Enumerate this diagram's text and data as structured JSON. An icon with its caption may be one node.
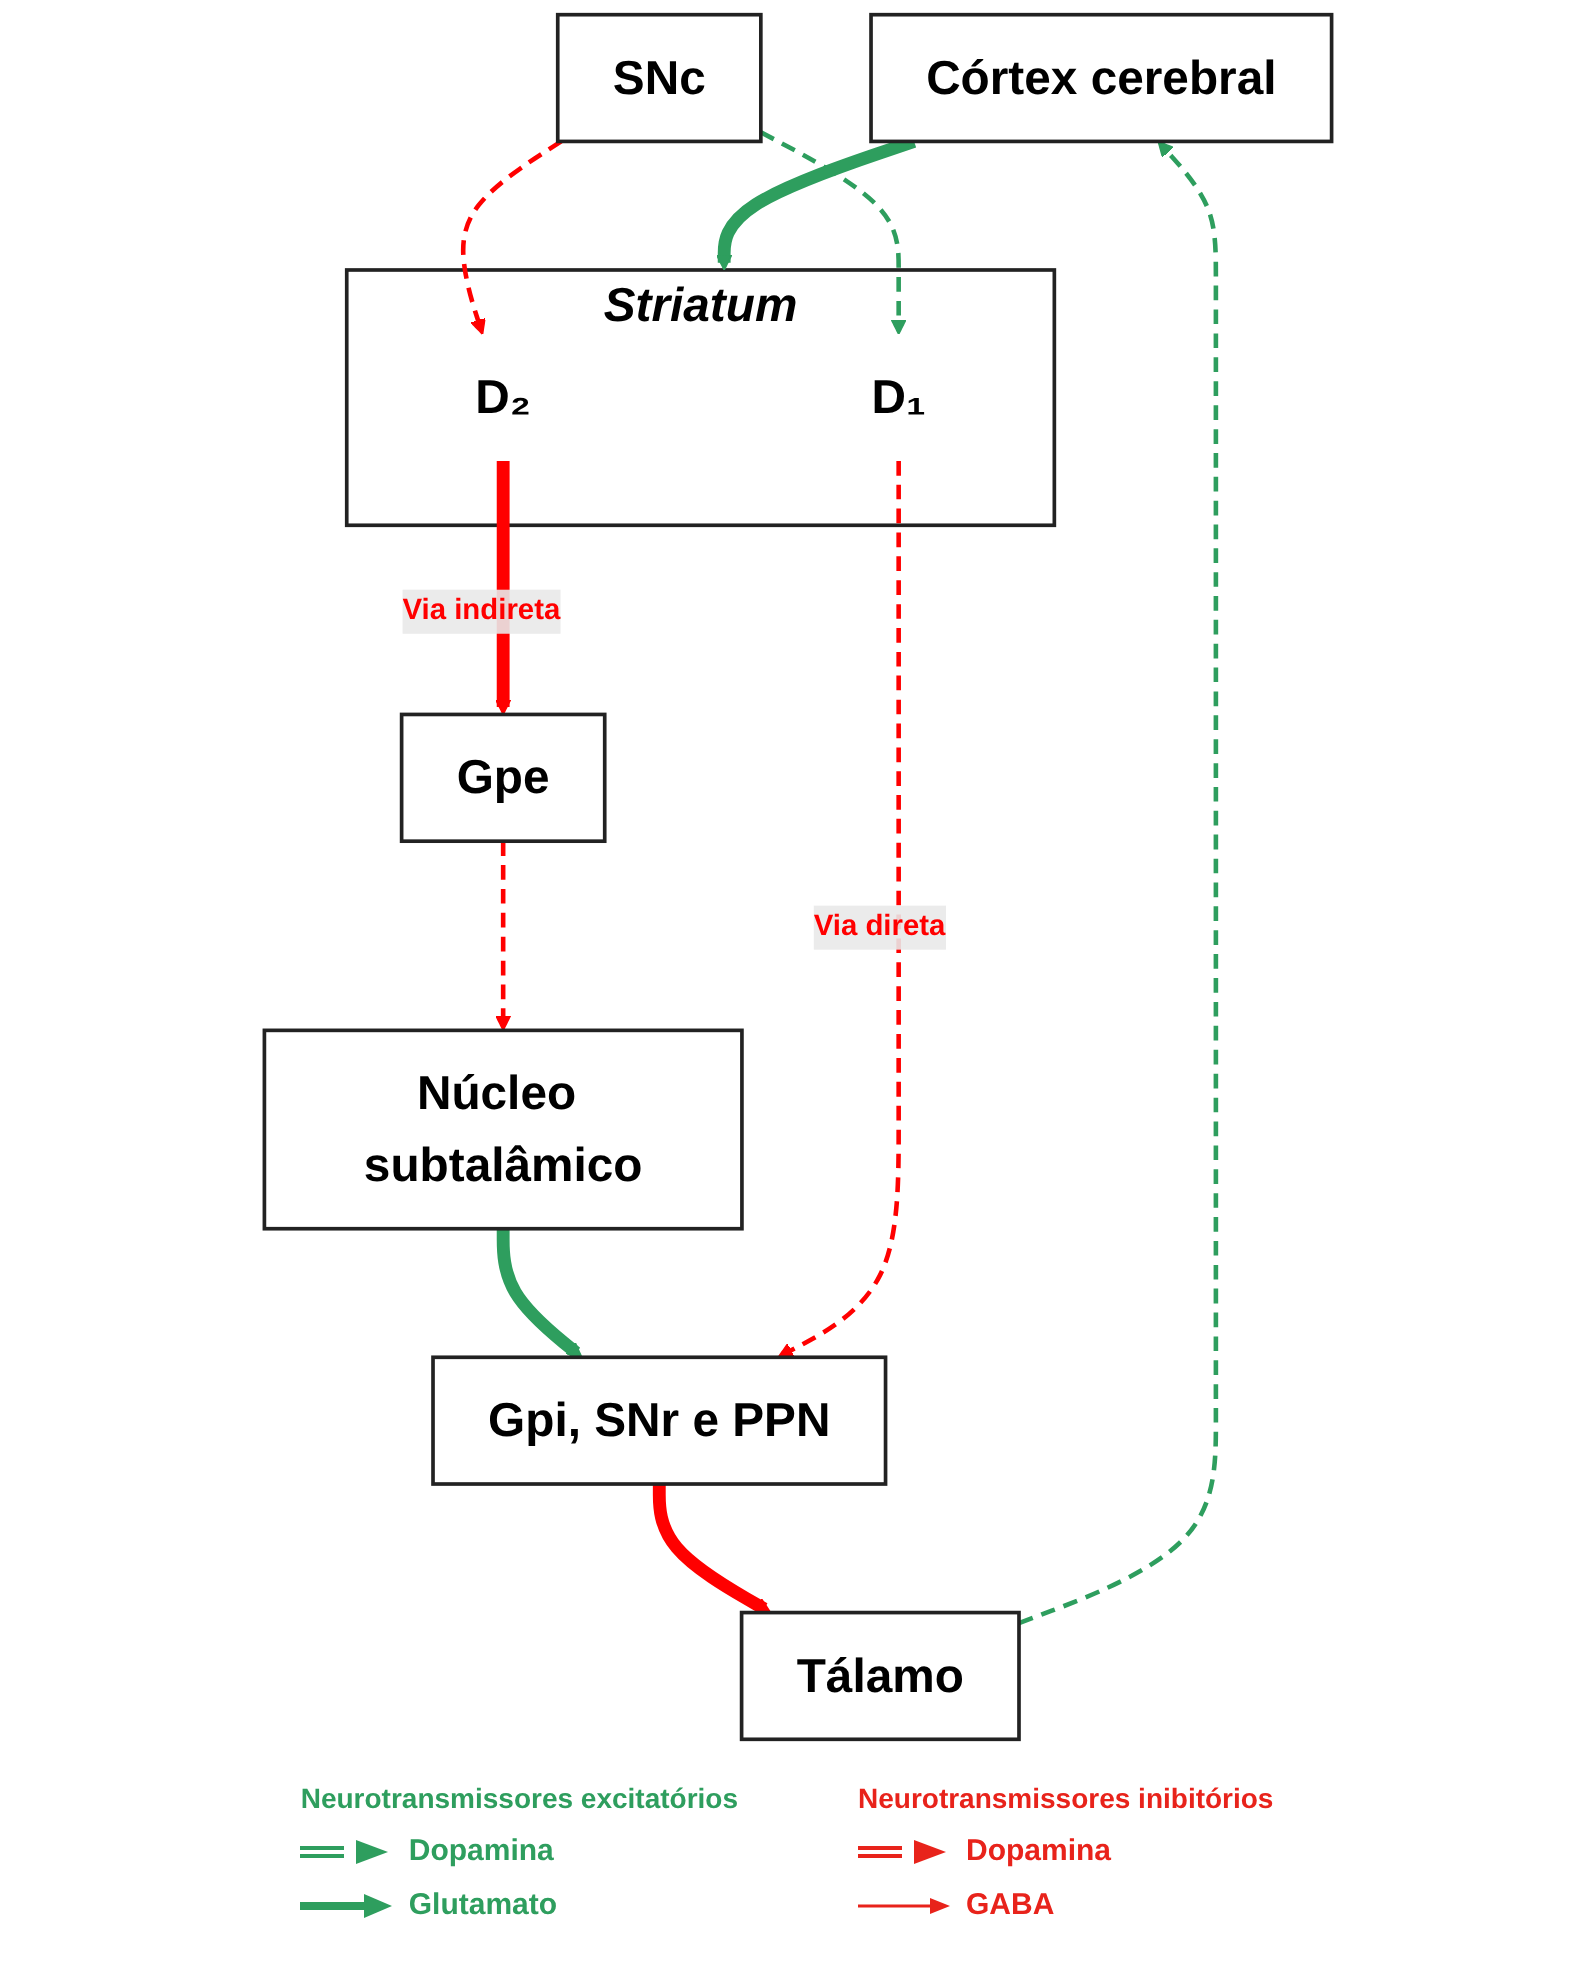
{
  "diagram": {
    "nodes": [
      {
        "text": [
          "Córtex cerebral"
        ]
      },
      {
        "text": [
          "Tálamo"
        ]
      },
      {
        "text": [
          "Striatum"
        ]
      },
      {
        "text": [
          "D₂"
        ],
        "in": 2
      },
      {
        "text": [
          "D₁"
        ],
        "in": 2
      },
      {
        "text": [
          "Gpe"
        ]
      },
      {
        "text": [
          "SNc"
        ]
      },
      {
        "text": [
          "Núcleo subtalâmico"
        ]
      },
      {
        "text": [
          "Gpi, SNr e PPN"
        ]
      }
    ],
    "edges": [
      {
        "from": 1,
        "to": 0,
        "arrow": "to",
        "style": "dashed",
        "color": "#2e9e5e"
      },
      {
        "from": 0,
        "to": 2,
        "arrow": "to",
        "style": "thick",
        "color": "#2e9e5e"
      },
      {
        "from": 6,
        "to": 3,
        "arrow": "to",
        "style": "dashed",
        "color": "#ff0000"
      },
      {
        "from": 6,
        "to": 4,
        "arrow": "to",
        "style": "dashed",
        "color": "#2e9e5e"
      },
      {
        "from": 3,
        "to": 5,
        "arrow": "to",
        "label": "Via indireta",
        "style": "thick",
        "color": "#ff0000"
      },
      {
        "from": 5,
        "to": 7,
        "arrow": "to",
        "style": "dashed",
        "color": "#ff0000"
      },
      {
        "from": 7,
        "to": 8,
        "arrow": "to",
        "style": "thick",
        "color": "#2e9e5e"
      },
      {
        "from": 4,
        "to": 8,
        "arrow": "to",
        "label": "Via direta",
        "style": "dashed",
        "color": "#ff0000"
      },
      {
        "from": 8,
        "to": 1,
        "arrow": "to",
        "style": "thick",
        "color": "#ff0000"
      }
    ],
    "labels": [
      "Neurotransmissores excitatórios",
      "Neurotransmissores inibitórios"
    ],
    "legend": [
      {
        "text": "Dopamina"
      },
      {
        "text": "Dopamina"
      },
      {
        "text": "Glutamato"
      },
      {
        "text": "GABA"
      }
    ]
  }
}
